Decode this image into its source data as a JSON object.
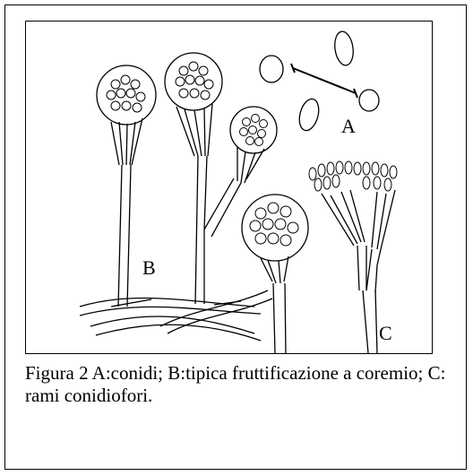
{
  "figure": {
    "labels": {
      "a": "A",
      "b": "B",
      "c": "C"
    }
  },
  "caption": {
    "text": "Figura 2 A:conidi; B:tipica fruttificazione a coremio; C: rami conidiofori."
  }
}
